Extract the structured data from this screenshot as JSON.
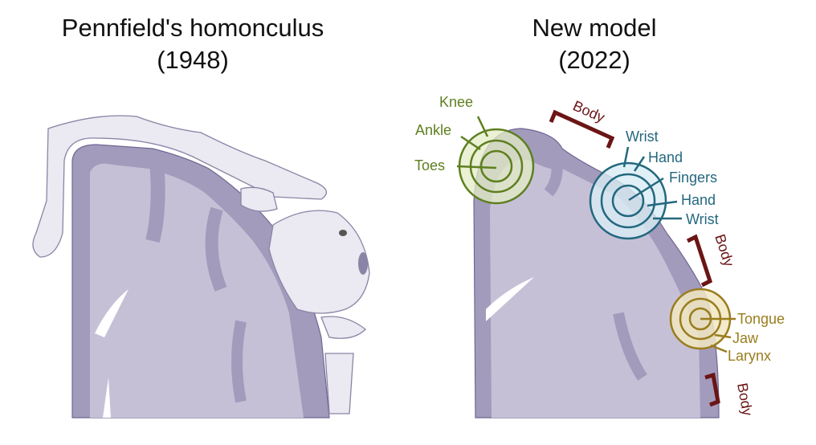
{
  "left_panel": {
    "title_line1": "Pennfield's homonculus",
    "title_line2": "(1948)"
  },
  "right_panel": {
    "title_line1": "New model",
    "title_line2": "(2022)",
    "foot_labels": [
      "Knee",
      "Ankle",
      "Toes"
    ],
    "hand_labels": [
      "Wrist",
      "Hand",
      "Fingers",
      "Hand",
      "Wrist"
    ],
    "mouth_labels": [
      "Tongue",
      "Jaw",
      "Larynx"
    ],
    "body_label": "Body"
  },
  "colors": {
    "foot": "#5e7f1f",
    "hand": "#23687f",
    "mouth": "#9a7d1e",
    "body": "#6b1515",
    "cortex_outer": "#a39bbb",
    "cortex_inner": "#c6c0d7"
  }
}
